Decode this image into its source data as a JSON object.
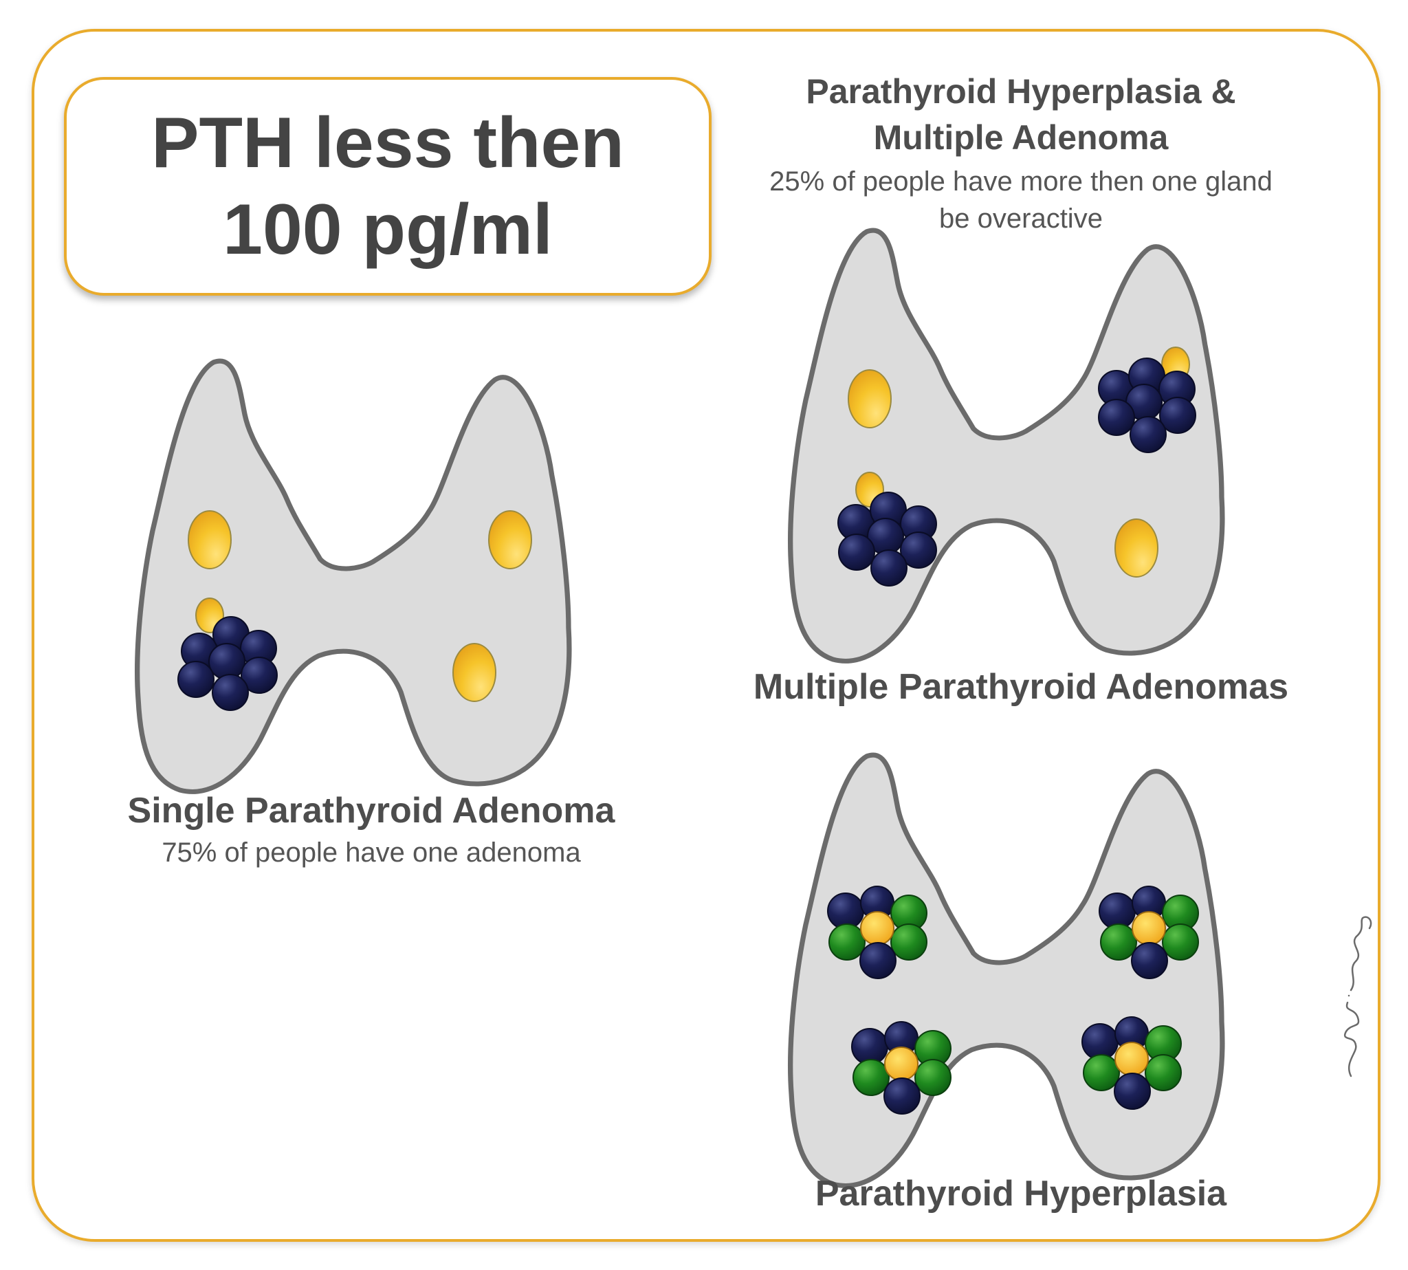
{
  "title": {
    "line1": "PTH less then",
    "line2": "100 pg/ml"
  },
  "panels": {
    "single": {
      "heading": "Single Parathyroid Adenoma",
      "caption": "75% of people have one adenoma"
    },
    "combined": {
      "heading_line1": "Parathyroid Hyperplasia &",
      "heading_line2": "Multiple Adenoma",
      "caption_line1": "25% of people have more then one gland",
      "caption_line2": "be overactive"
    },
    "multiple": {
      "heading": "Multiple Parathyroid Adenomas"
    },
    "hyperplasia": {
      "heading": "Parathyroid Hyperplasia"
    }
  },
  "colors": {
    "frame_border": "#e9ab2c",
    "thyroid_fill": "#dcdcdc",
    "thyroid_outline": "#6b6b6b",
    "normal_gland": "#f5c12d",
    "adenoma_cell": "#1b1f4f",
    "hyperplasia_cell": "#1f8a1f"
  },
  "signature_icon": "artist-signature-icon"
}
